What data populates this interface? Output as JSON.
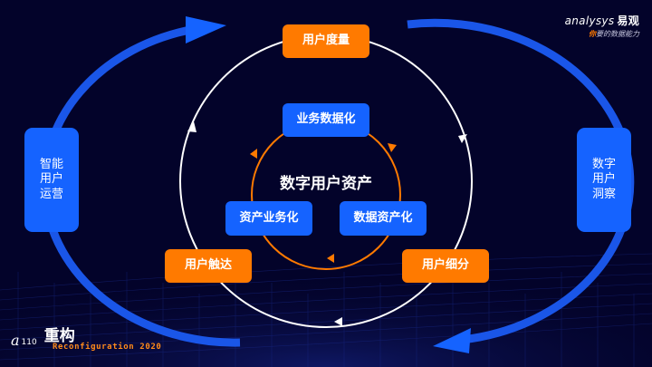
{
  "colors": {
    "background": "#03032a",
    "accent_blue": "#1563ff",
    "accent_orange": "#ff7a00",
    "ring_white": "#ffffff"
  },
  "logo": {
    "brand": "analysys",
    "brand_cn": "易观",
    "tagline_highlight": "你",
    "tagline_rest": "要的数据能力"
  },
  "event": {
    "mark": "a",
    "number": "110",
    "title": "重构",
    "subtitle": "Reconfiguration 2020"
  },
  "diagram": {
    "center_title": "数字用户资产",
    "outer_left_label": "智能\n用户\n运营",
    "outer_right_label": "数字\n用户\n洞察",
    "middle_cycle": [
      {
        "label": "用户度量"
      },
      {
        "label": "用户细分"
      },
      {
        "label": "用户触达"
      }
    ],
    "inner_cycle": [
      {
        "label": "业务数据化"
      },
      {
        "label": "数据资产化"
      },
      {
        "label": "资产业务化"
      }
    ]
  }
}
